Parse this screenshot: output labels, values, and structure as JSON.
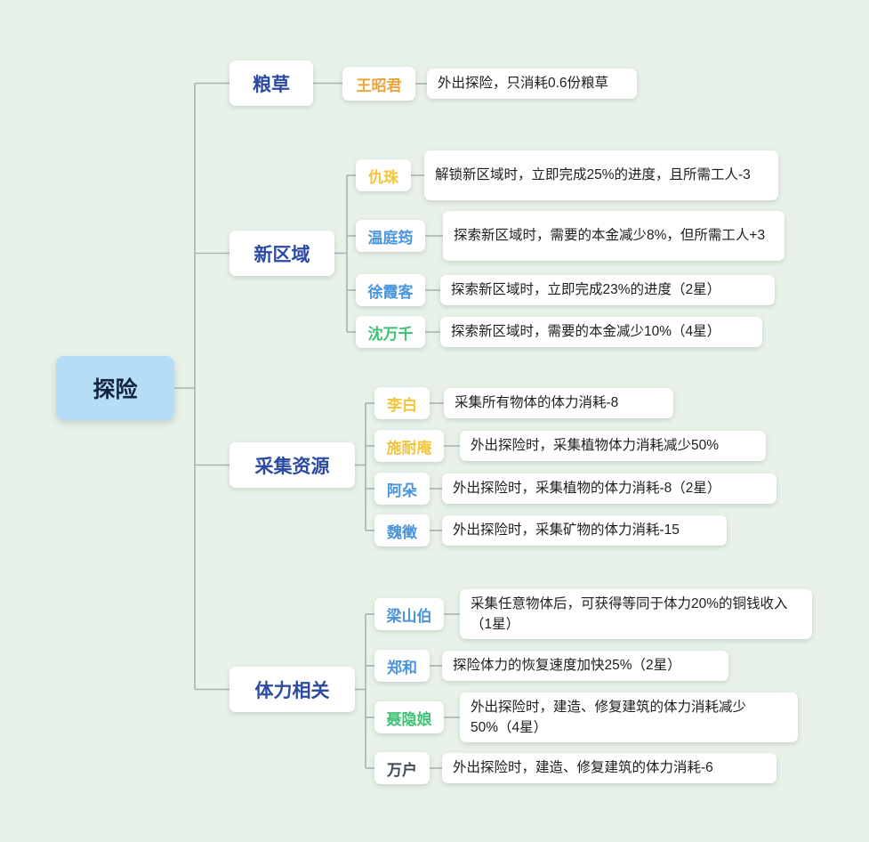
{
  "root": {
    "label": "探险"
  },
  "palette": {
    "orange": "#f0a43c",
    "yellow": "#f3c53d",
    "blue": "#4a94dc",
    "green": "#3ec276",
    "dark": "#3f4a5a"
  },
  "branches": [
    {
      "label": "粮草",
      "children": [
        {
          "name": "王昭君",
          "color": "#f0a43c",
          "desc": "外出探险，只消耗0.6份粮草"
        }
      ]
    },
    {
      "label": "新区域",
      "children": [
        {
          "name": "仇珠",
          "color": "#f3c53d",
          "desc": "解锁新区域时，立即完成25%的进度，且所需工人-3"
        },
        {
          "name": "温庭筠",
          "color": "#4a94dc",
          "desc": "探索新区域时，需要的本金减少8%，但所需工人+3"
        },
        {
          "name": "徐霞客",
          "color": "#4a94dc",
          "desc": "探索新区域时，立即完成23%的进度（2星）"
        },
        {
          "name": "沈万千",
          "color": "#3ec276",
          "desc": "探索新区域时，需要的本金减少10%（4星）"
        }
      ]
    },
    {
      "label": "采集资源",
      "children": [
        {
          "name": "李白",
          "color": "#f3c53d",
          "desc": "采集所有物体的体力消耗-8"
        },
        {
          "name": "施耐庵",
          "color": "#f3c53d",
          "desc": "外出探险时，采集植物体力消耗减少50%"
        },
        {
          "name": "阿朵",
          "color": "#4a94dc",
          "desc": "外出探险时，采集植物的体力消耗-8（2星）"
        },
        {
          "name": "魏徵",
          "color": "#4a94dc",
          "desc": "外出探险时，采集矿物的体力消耗-15"
        }
      ]
    },
    {
      "label": "体力相关",
      "children": [
        {
          "name": "梁山伯",
          "color": "#4a94dc",
          "desc": "采集任意物体后，可获得等同于体力20%的铜钱收入（1星）"
        },
        {
          "name": "郑和",
          "color": "#4a94dc",
          "desc": "探险体力的恢复速度加快25%（2星）"
        },
        {
          "name": "聂隐娘",
          "color": "#3ec276",
          "desc": "外出探险时，建造、修复建筑的体力消耗减少50%（4星）"
        },
        {
          "name": "万户",
          "color": "#3f4a5a",
          "desc": "外出探险时，建造、修复建筑的体力消耗-6"
        }
      ]
    }
  ]
}
